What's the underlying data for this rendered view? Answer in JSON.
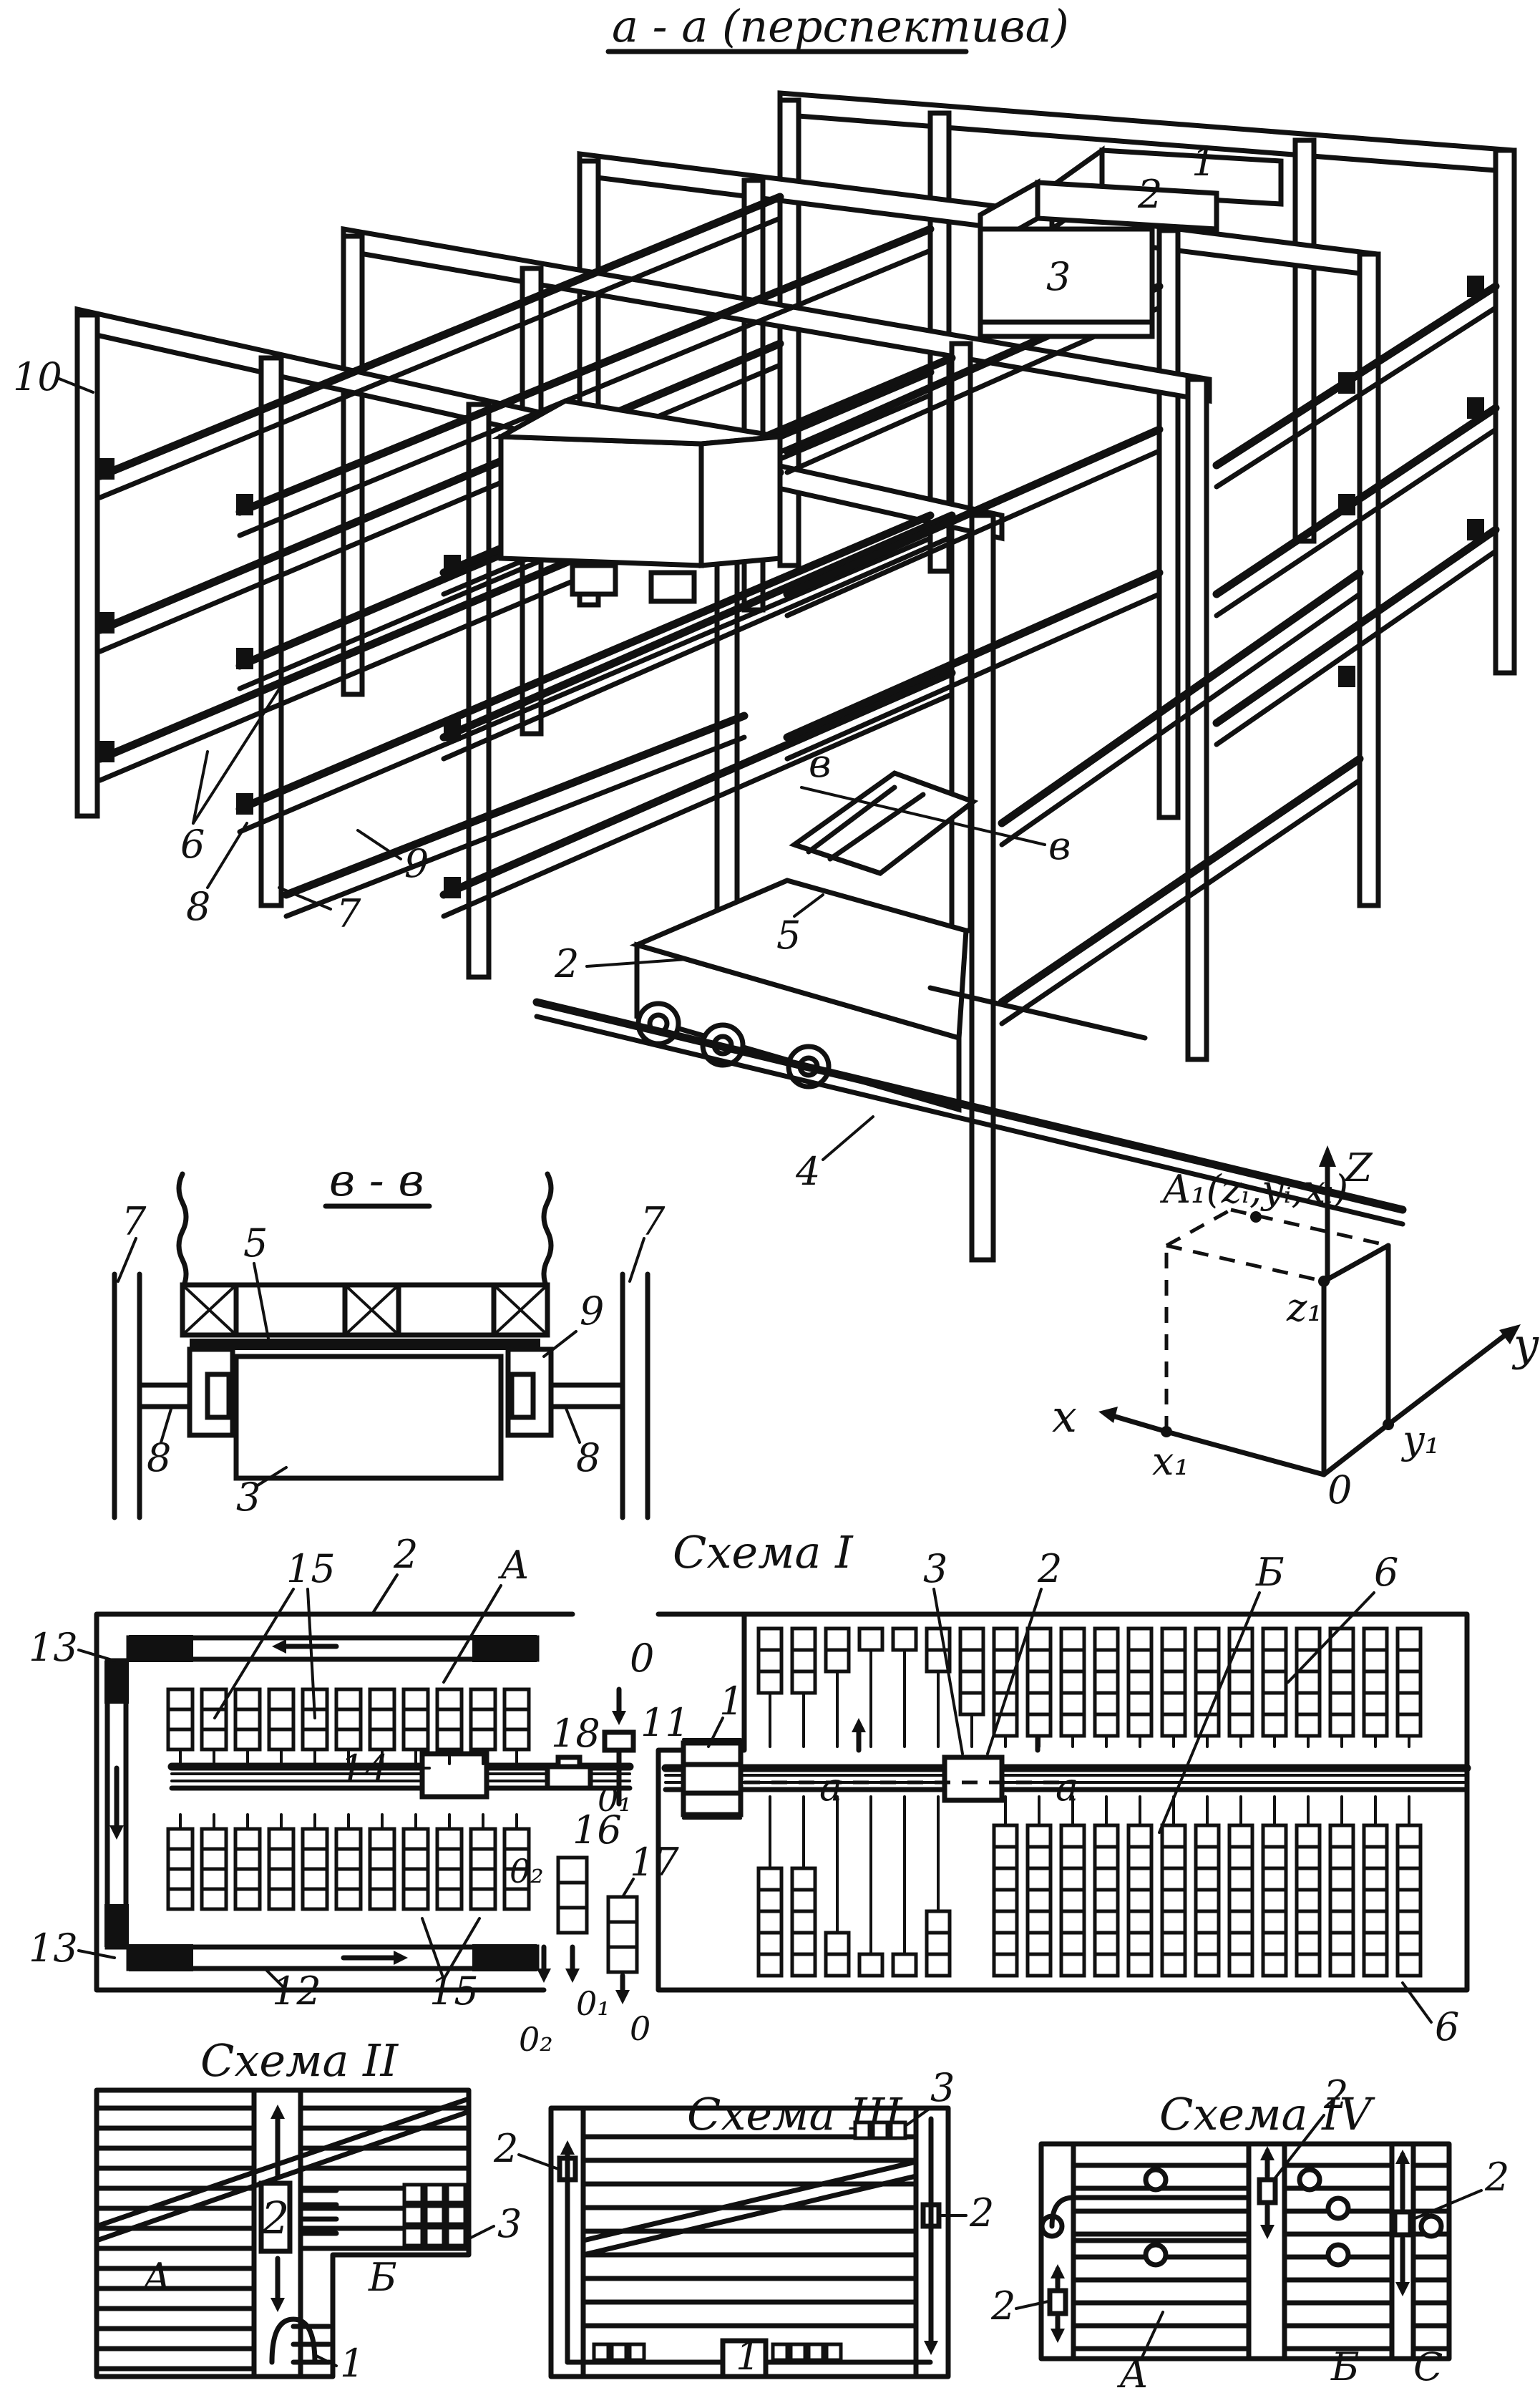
{
  "figure": {
    "section_aa_title": "а - а (перспектива)",
    "section_bb_title": "в - в",
    "perspective_labels": {
      "l1": "1",
      "l2_top": "2",
      "l3_top": "3",
      "l10": "10",
      "l6": "6",
      "l8": "8",
      "l7": "7",
      "l9": "9",
      "l_b_upper": "в",
      "l_b_right": "в",
      "l5": "5",
      "l2_cart": "2",
      "l4": "4"
    },
    "section_labels": {
      "l7_left": "7",
      "l7_right": "7",
      "l5": "5",
      "l9": "9",
      "l8_left": "8",
      "l8_right": "8",
      "l3": "3"
    },
    "axes": {
      "point_label": "A₁(zᵢ,yᵢ,xᵢ)",
      "z": "Z",
      "y": "y",
      "x": "x",
      "z1": "z₁",
      "y1": "y₁",
      "x1": "x₁",
      "origin": "0"
    },
    "scheme1": {
      "title": "Схема I",
      "labels": {
        "l15_top": "15",
        "l2_top": "2",
        "lA": "A",
        "l13_top": "13",
        "l13_bottom": "13",
        "l0_top": "0",
        "l18": "18",
        "l11": "11",
        "l1": "1",
        "l14": "14",
        "l16": "16",
        "l01": "0₁",
        "l02_mid": "0₂",
        "l17": "17",
        "l12": "12",
        "l15_bottom": "15",
        "l01_bottom": "0₁",
        "l0_bottom": "0",
        "l02_bottom": "0₂",
        "l3": "3",
        "l2_right": "2",
        "lB": "Б",
        "l6_top": "6",
        "l6_bottom": "6",
        "la_left": "a",
        "la_right": "a"
      }
    },
    "scheme2": {
      "title": "Схема II",
      "labels": {
        "l2": "2",
        "l3": "3",
        "lA": "A",
        "lB": "Б",
        "l1": "1"
      }
    },
    "scheme3": {
      "title": "Схема III",
      "labels": {
        "l3": "3",
        "l2_left": "2",
        "l2_right": "2",
        "l1": "1"
      }
    },
    "scheme4": {
      "title": "Схема IV",
      "labels": {
        "l2_top": "2",
        "l2_right": "2",
        "l2_left": "2",
        "lA": "A",
        "lB": "Б",
        "lC": "C"
      }
    }
  }
}
